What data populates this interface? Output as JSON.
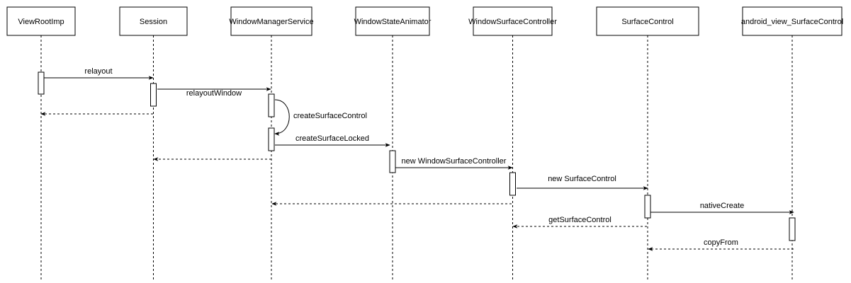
{
  "diagram": {
    "type": "sequence",
    "participants": [
      {
        "id": "viewrootimp",
        "label": "ViewRootImp"
      },
      {
        "id": "session",
        "label": "Session"
      },
      {
        "id": "wms",
        "label": "WindowManagerService"
      },
      {
        "id": "wsa",
        "label": "WindowStateAnimator"
      },
      {
        "id": "wsc",
        "label": "WindowSurfaceController"
      },
      {
        "id": "sc",
        "label": "SurfaceControl"
      },
      {
        "id": "native",
        "label": "android_view_SurfaceControl"
      }
    ],
    "messages": [
      {
        "from": "viewrootimp",
        "to": "session",
        "kind": "call",
        "label": "relayout"
      },
      {
        "from": "session",
        "to": "wms",
        "kind": "call",
        "label": "relayoutWindow"
      },
      {
        "from": "session",
        "to": "viewrootimp",
        "kind": "return",
        "label": ""
      },
      {
        "from": "wms",
        "to": "wms",
        "kind": "self",
        "label": "createSurfaceControl"
      },
      {
        "from": "wms",
        "to": "wsa",
        "kind": "call",
        "label": "createSurfaceLocked"
      },
      {
        "from": "wms",
        "to": "session",
        "kind": "return",
        "label": ""
      },
      {
        "from": "wsa",
        "to": "wsc",
        "kind": "call",
        "label": "new WindowSurfaceController"
      },
      {
        "from": "wsc",
        "to": "sc",
        "kind": "call",
        "label": "new SurfaceControl"
      },
      {
        "from": "wsc",
        "to": "wms",
        "kind": "return",
        "label": ""
      },
      {
        "from": "sc",
        "to": "native",
        "kind": "call",
        "label": "nativeCreate"
      },
      {
        "from": "sc",
        "to": "wsc",
        "kind": "return",
        "label": "getSurfaceControl"
      },
      {
        "from": "native",
        "to": "sc",
        "kind": "return",
        "label": "copyFrom"
      }
    ]
  }
}
